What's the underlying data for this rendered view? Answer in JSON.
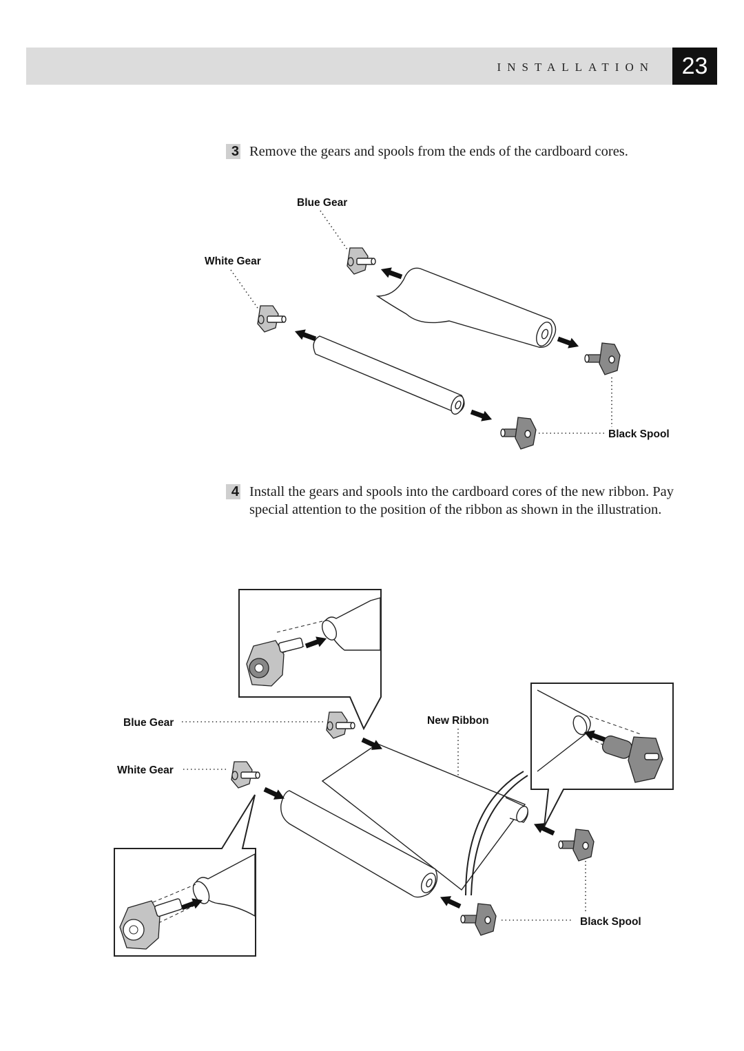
{
  "header": {
    "section_title": "INSTALLATION",
    "page_number": "23"
  },
  "steps": [
    {
      "number": "3",
      "text": "Remove the gears and spools from the ends of the cardboard cores."
    },
    {
      "number": "4",
      "text": "Install the gears and spools into the cardboard cores of the new ribbon. Pay special attention to the position of the ribbon as shown in the illustration."
    }
  ],
  "figure1": {
    "labels": {
      "blue_gear": "Blue Gear",
      "white_gear": "White Gear",
      "black_spool": "Black Spool"
    }
  },
  "figure2": {
    "labels": {
      "blue_gear": "Blue Gear",
      "white_gear": "White Gear",
      "new_ribbon": "New Ribbon",
      "black_spool": "Black Spool"
    }
  }
}
